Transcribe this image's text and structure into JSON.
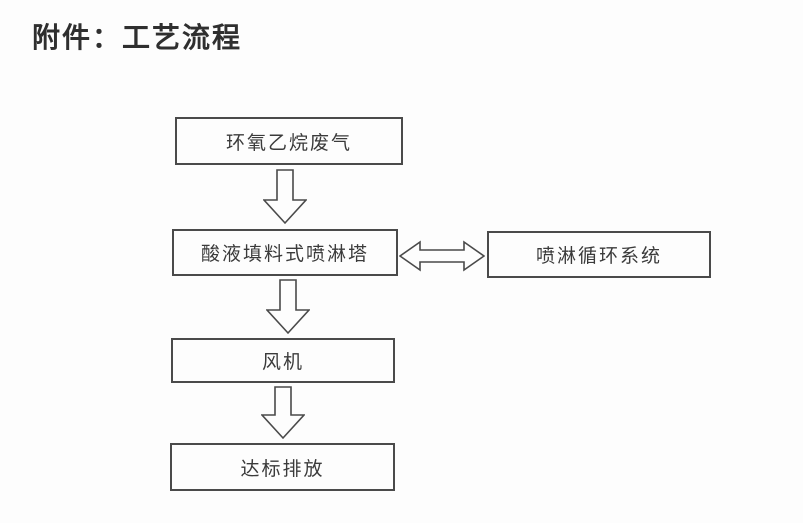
{
  "title": "附件：工艺流程",
  "flowchart": {
    "nodes": [
      {
        "id": "waste-gas",
        "label": "环氧乙烷废气"
      },
      {
        "id": "spray-tower",
        "label": "酸液填料式喷淋塔"
      },
      {
        "id": "circulation",
        "label": "喷淋循环系统"
      },
      {
        "id": "fan",
        "label": "风机"
      },
      {
        "id": "discharge",
        "label": "达标排放"
      }
    ],
    "edges": [
      {
        "from": "waste-gas",
        "to": "spray-tower",
        "direction": "down",
        "style": "hollow-block-arrow"
      },
      {
        "from": "spray-tower",
        "to": "circulation",
        "direction": "bidirectional",
        "style": "hollow-block-arrow"
      },
      {
        "from": "spray-tower",
        "to": "fan",
        "direction": "down",
        "style": "hollow-block-arrow"
      },
      {
        "from": "fan",
        "to": "discharge",
        "direction": "down",
        "style": "hollow-block-arrow"
      }
    ],
    "colors": {
      "line": "#4a4a4a",
      "text": "#3b3b3b",
      "background": "#fdfdfd"
    }
  }
}
